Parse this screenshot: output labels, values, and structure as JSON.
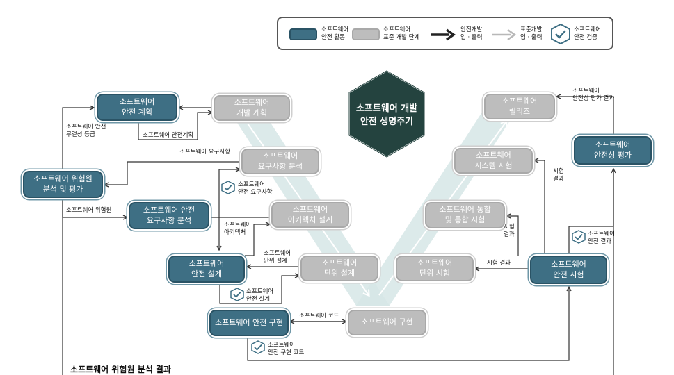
{
  "legend": {
    "safety_activity": "소프트웨어\n안전 활동",
    "standard_stage": "소프트웨어\n표준 개발 단계",
    "safety_io": "안전개발\n입 · 출력",
    "standard_io": "표준개발\n입 · 출력",
    "safety_verification": "소프트웨어\n안전 검증"
  },
  "center_title": "소프트웨어 개발\n안전 생명주기",
  "footer_title": "소프트웨어 위험원 분석 결과",
  "boxes": {
    "safety_plan": "소프트웨어\n안전 계획",
    "dev_plan": "소프트웨어\n개발 계획",
    "hazard_analysis": "소프트웨어 위험원\n분석 및 평가",
    "requirements_analysis": "소프트웨어\n요구사항 분석",
    "safety_requirements_analysis": "소프트웨어 안전\n요구사항 분석",
    "architecture_design": "소프트웨어\n아키텍처 설계",
    "safety_design": "소프트웨어\n안전 설계",
    "unit_design": "소프트웨어\n단위 설계",
    "safety_implementation": "소프트웨어 안전 구현",
    "implementation": "소프트웨어 구현",
    "unit_test": "소프트웨어\n단위 시험",
    "safety_test": "소프트웨어\n안전 시험",
    "integration_test": "소프트웨어 통합\n및 통합 시험",
    "system_test": "소프트웨어\n시스템 시험",
    "release": "소프트웨어\n릴리즈",
    "safety_assessment": "소프트웨어\n안전성 평가"
  },
  "labels": {
    "integrity_level": "소프트웨어 안전\n무결성 등급",
    "safety_plan_out": "소프트웨어 안전계획",
    "requirements_out": "소프트웨어 요구사항",
    "hazard_out": "소프트웨어 위험원",
    "safety_requirements_check": "소프트웨어\n안전 요구사항",
    "architecture_out": "소프트웨어\n아키텍처",
    "unit_design_out": "소프트웨어\n단위 설계",
    "safety_design_check": "소프트웨어\n안전 설계",
    "code_out": "소프트웨어 코드",
    "safety_code_check": "소프트웨어\n안전 구현 코드",
    "test_result_unit": "시험 결과",
    "test_result_integration": "시험\n결과",
    "test_result_system": "시험\n결과",
    "safety_test_check": "소프트웨어\n안전 결과",
    "assessment_result": "소프트웨어\n안전성 평가 결과"
  }
}
